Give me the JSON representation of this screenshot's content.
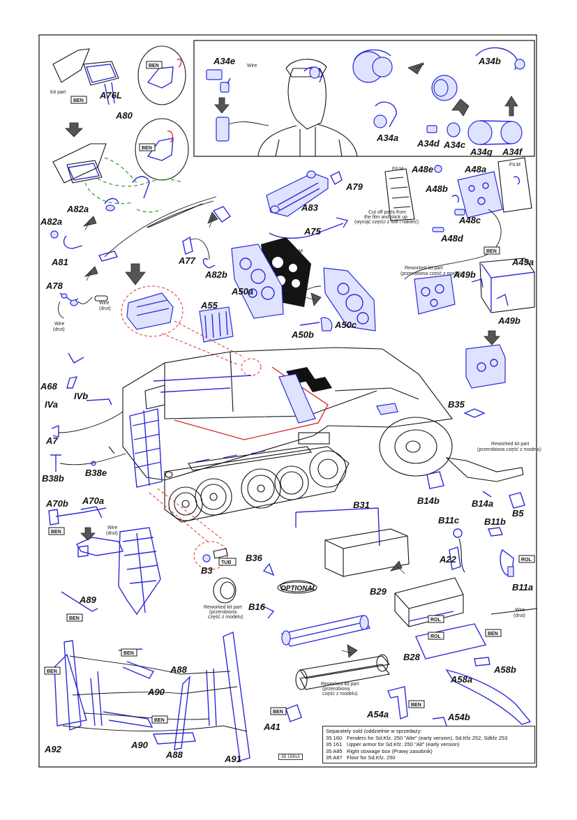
{
  "part_labels": {
    "A34e": "A34e",
    "A34a": "A34a",
    "A34b": "A34b",
    "A34c": "A34c",
    "A34d": "A34d",
    "A34g": "A34g",
    "A34f": "A34f",
    "A76L": "A76L",
    "A80": "A80",
    "A82a_top": "A82a",
    "A82a_left": "A82a",
    "A81": "A81",
    "A79": "A79",
    "A83": "A83",
    "A75": "A75",
    "A77": "A77",
    "A82b": "A82b",
    "A78": "A78",
    "A48e": "A48e",
    "A48a": "A48a",
    "A48b": "A48b",
    "A48c": "A48c",
    "A48d": "A48d",
    "A49a": "A49a",
    "A49b_top": "A49b",
    "A49b_bottom": "A49b",
    "A50a": "A50a",
    "A50b": "A50b",
    "A50c": "A50c",
    "A55": "A55",
    "A68": "A68",
    "IVa": "IVa",
    "IVb": "IVb",
    "A7": "A7",
    "B35": "B35",
    "B38b": "B38b",
    "B38e": "B38e",
    "B14b": "B14b",
    "B14a": "B14a",
    "B5": "B5",
    "A70b": "A70b",
    "A70a": "A70a",
    "B31": "B31",
    "B11c": "B11c",
    "B11b": "B11b",
    "A22": "A22",
    "B11a": "B11a",
    "B3": "B3",
    "B36": "B36",
    "A89": "A89",
    "B16": "B16",
    "B29": "B29",
    "B28": "B28",
    "A58a": "A58a",
    "A58b": "A58b",
    "A88_top": "A88",
    "A88_bottom": "A88",
    "A90_top": "A90",
    "A90_bottom": "A90",
    "A92": "A92",
    "A91": "A91",
    "A41": "A41",
    "A54a": "A54a",
    "A54b": "A54b"
  },
  "tags": {
    "ben": "BEN",
    "film": "FILM",
    "tub": "TUB",
    "rol": "ROL",
    "optional": "OPTIONAL"
  },
  "notes": {
    "kit_part": "Kit part",
    "wire": "Wire",
    "wire_drut": [
      "Wire",
      "(drut)"
    ],
    "cut_off": [
      "Cut off parts from",
      "the film and stick up",
      "(wyciąć części z folii i nakleić)"
    ],
    "reworked_a": [
      "Reworked kit part",
      "(przerobiona część z modelu)"
    ],
    "reworked_b": [
      "Reworked kit part",
      "(przerobiona część z modelu)"
    ],
    "reworked_c": [
      "Reworked kit part",
      "(przerobiona",
      "część z modelu)"
    ],
    "reworked_d": [
      "Reworked kit part",
      "(przerobiona",
      "część z modelu)"
    ]
  },
  "legend": {
    "heading": "Separately sold (oddzielnie w sprzedaży:",
    "items": [
      {
        "code": "35 160",
        "text": "Fenders for Sd.Kfz. 250 \"Alte\" (early version), Sd.Kfz 252, Sdkfz 253"
      },
      {
        "code": "35 161",
        "text": "Upper armor for Sd.Kfz. 250 \"Alt\" (early version)"
      },
      {
        "code": "35 A85",
        "text": "Right stowage box (Prawy zasobnik)"
      },
      {
        "code": "35 A87",
        "text": "Floor for Sd.Kfz. 250"
      }
    ]
  },
  "doc_code": "35 158s3",
  "colors": {
    "part_line": "#2a2adb",
    "leader": "#111111",
    "highlight": "#d62020",
    "path_green": "#2a9a2a",
    "arrow": "#555555"
  }
}
